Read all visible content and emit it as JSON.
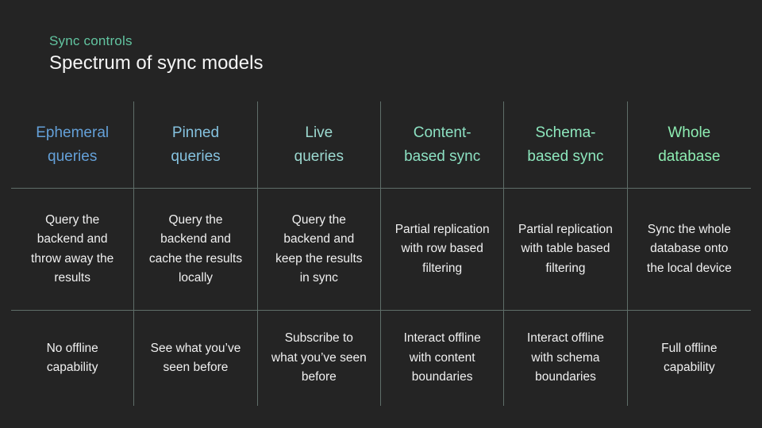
{
  "slide": {
    "eyebrow": "Sync controls",
    "title": "Spectrum of sync models"
  },
  "colors": {
    "background": "#242424",
    "grid_line": "#5f6e69",
    "eyebrow": "#62c4a0",
    "title": "#f5f5f5",
    "body_text": "#f0f0f0"
  },
  "table": {
    "columns": [
      {
        "header": {
          "label": "Ephemeral\nqueries",
          "color": "#64a0d8"
        },
        "description": "Query the\nbackend and\nthrow away the\nresults",
        "offline": "No offline\ncapability"
      },
      {
        "header": {
          "label": "Pinned\nqueries",
          "color": "#85c2df"
        },
        "description": "Query the\nbackend and\ncache the results\nlocally",
        "offline": "See what you’ve\nseen before"
      },
      {
        "header": {
          "label": "Live\nqueries",
          "color": "#9cd9d0"
        },
        "description": "Query the\nbackend and\nkeep the results\nin sync",
        "offline": "Subscribe to\nwhat you’ve seen\nbefore"
      },
      {
        "header": {
          "label": "Content-\nbased sync",
          "color": "#8ce0c2"
        },
        "description": "Partial replication\nwith row based\nfiltering",
        "offline": "Interact offline\nwith content\nboundaries"
      },
      {
        "header": {
          "label": "Schema-\nbased sync",
          "color": "#8de7bd"
        },
        "description": "Partial replication\nwith table based\nfiltering",
        "offline": "Interact offline\nwith schema\nboundaries"
      },
      {
        "header": {
          "label": "Whole\ndatabase",
          "color": "#8dedb2"
        },
        "description": "Sync the whole\ndatabase onto\nthe local device",
        "offline": "Full offline\ncapability"
      }
    ]
  }
}
